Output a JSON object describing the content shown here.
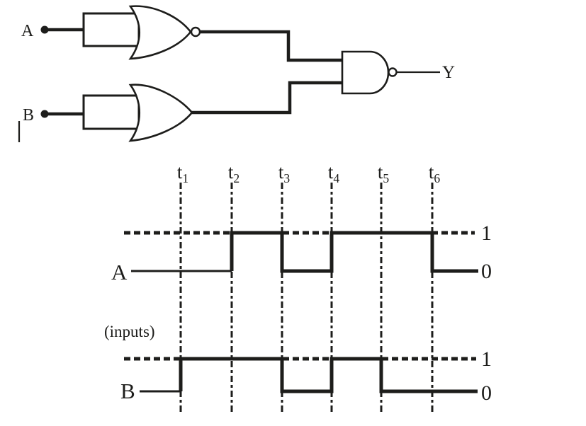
{
  "colors": {
    "ink": "#1d1d1b",
    "background": "#ffffff"
  },
  "circuit": {
    "input_a_label": "A",
    "input_b_label": "B",
    "output_label": "Y",
    "gates": [
      {
        "type": "NOR",
        "fed_by": "A",
        "output_bubble": true
      },
      {
        "type": "OR",
        "fed_by": "B",
        "output_bubble": false
      },
      {
        "type": "NAND",
        "feeds": "Y",
        "output_bubble": true
      }
    ]
  },
  "timing": {
    "caption": "(inputs)",
    "high_label": "1",
    "low_label": "0",
    "time_labels": [
      {
        "base": "t",
        "sub": "1"
      },
      {
        "base": "t",
        "sub": "2"
      },
      {
        "base": "t",
        "sub": "3"
      },
      {
        "base": "t",
        "sub": "4"
      },
      {
        "base": "t",
        "sub": "5"
      },
      {
        "base": "t",
        "sub": "6"
      }
    ],
    "interval_boundaries": [
      "start",
      "t1",
      "t2",
      "t3",
      "t4",
      "t5",
      "t6",
      "end"
    ],
    "signals": [
      {
        "label": "A",
        "levels_per_interval": [
          0,
          0,
          1,
          0,
          1,
          1,
          0
        ]
      },
      {
        "label": "B",
        "levels_per_interval": [
          0,
          1,
          1,
          0,
          1,
          0,
          0
        ]
      }
    ]
  }
}
